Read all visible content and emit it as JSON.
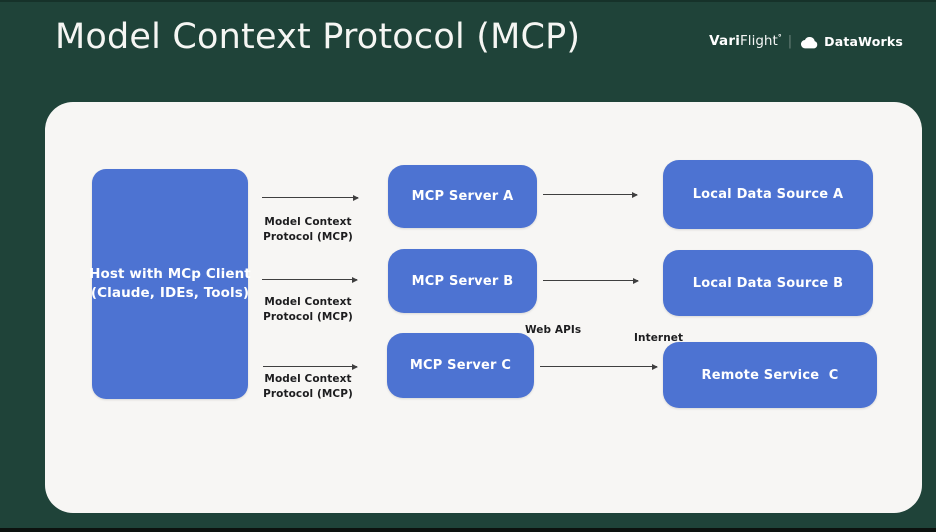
{
  "slide": {
    "title": "Model Context Protocol (MCP)",
    "brand": {
      "name_bold": "Vari",
      "name_light": "Flight",
      "degree": "°",
      "separator": "|",
      "cloud_icon": "cloud-icon",
      "product": "DataWorks"
    }
  },
  "diagram": {
    "host": {
      "line1": "Host with MCp Client",
      "line2": "(Claude, IDEs, Tools)"
    },
    "servers": [
      {
        "label": "MCP Server A"
      },
      {
        "label": "MCP Server B"
      },
      {
        "label": "MCP Server C"
      }
    ],
    "endpoints": [
      {
        "label": "Local Data Source A"
      },
      {
        "label": "Local Data Source B"
      },
      {
        "label": "Remote Service  C"
      }
    ],
    "protocol_labels": [
      {
        "line1": "Model Context",
        "line2": "Protocol (MCP)"
      },
      {
        "line1": "Model Context",
        "line2": "Protocol (MCP)"
      },
      {
        "line1": "Model Context",
        "line2": "Protocol (MCP)"
      }
    ],
    "annotations": {
      "web_apis": "Web APIs",
      "internet": "Internet"
    }
  },
  "colors": {
    "background": "#1f4339",
    "panel": "#f7f6f4",
    "node_blue": "#4d73d2",
    "node_text": "#ffffff",
    "label_text": "#1d1d1f",
    "arrow": "#3f3f3f",
    "title_text": "#f5f6f3"
  }
}
